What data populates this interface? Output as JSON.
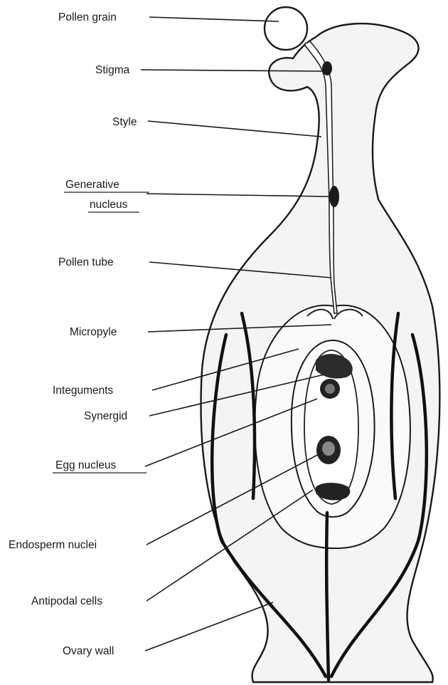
{
  "labels": {
    "pollen_grain": "Pollen grain",
    "stigma": "Stigma",
    "style": "Style",
    "generative_1": "Generative",
    "generative_2": "nucleus",
    "pollen_tube": "Pollen tube",
    "micropyle": "Micropyle",
    "integuments": "Integuments",
    "synergid": "Synergid",
    "egg_nucleus": "Egg nucleus",
    "endosperm_nuclei": "Endosperm nuclei",
    "antipodal_cells": "Antipodal cells",
    "ovary_wall": "Ovary wall"
  }
}
